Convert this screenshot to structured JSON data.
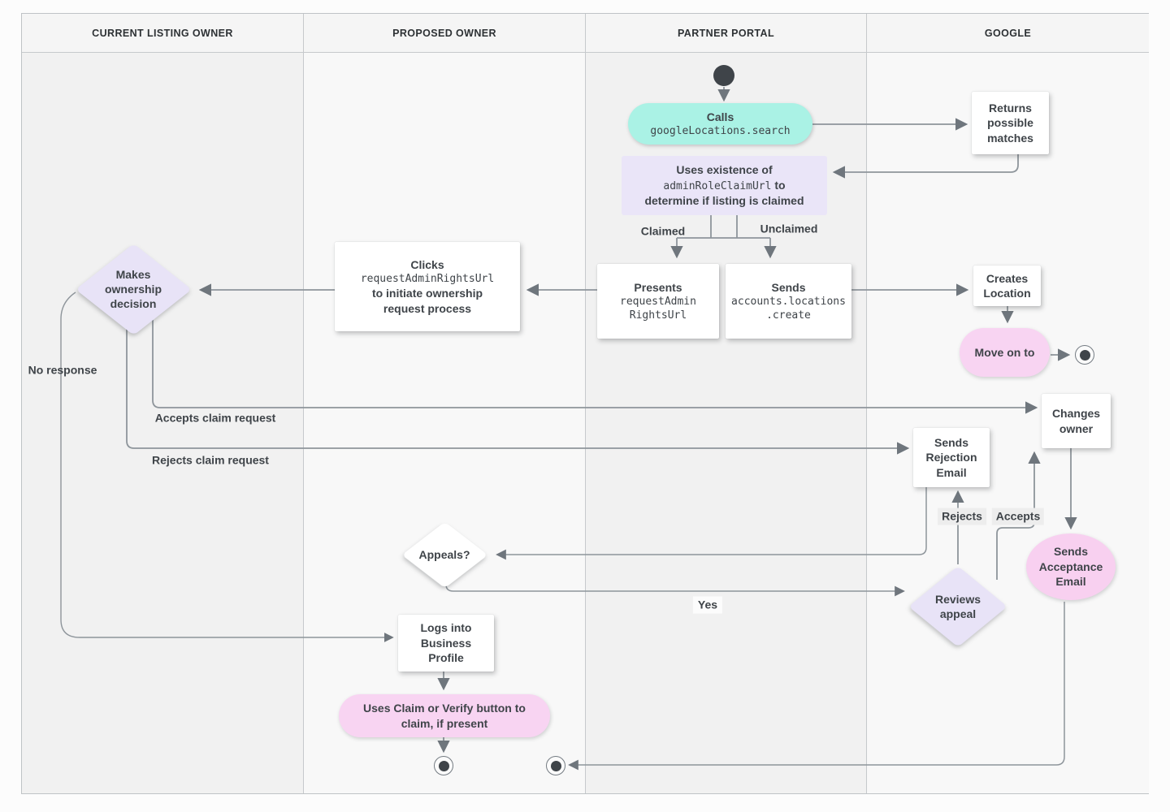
{
  "lanes": [
    {
      "label": "CURRENT LISTING OWNER"
    },
    {
      "label": "PROPOSED OWNER"
    },
    {
      "label": "PARTNER PORTAL"
    },
    {
      "label": "GOOGLE"
    }
  ],
  "nodes": {
    "calls": {
      "title": "Calls",
      "code": "googleLocations.search"
    },
    "returns": {
      "label": "Returns possible matches"
    },
    "uses": {
      "line1": "Uses existence of",
      "code": "adminRoleClaimUrl",
      "suffix": "to",
      "line3": "determine if listing is claimed"
    },
    "presents": {
      "title": "Presents",
      "code1": "requestAdmin",
      "code2": "RightsUrl"
    },
    "sends_create": {
      "title": "Sends",
      "code1": "accounts.locations",
      "code2": ".create"
    },
    "clicks": {
      "title": "Clicks",
      "code": "requestAdminRightsUrl",
      "line2": "to initiate ownership",
      "line3": "request process"
    },
    "decision": {
      "label": "Makes ownership decision"
    },
    "creates_location": {
      "label": "Creates Location"
    },
    "move_on": {
      "label": "Move on to"
    },
    "changes_owner": {
      "label": "Changes owner"
    },
    "sends_rejection": {
      "label": "Sends Rejection Email"
    },
    "appeals": {
      "label": "Appeals?"
    },
    "reviews": {
      "label": "Reviews appeal"
    },
    "sends_acceptance": {
      "label": "Sends Acceptance Email"
    },
    "logs_into": {
      "label": "Logs into Business Profile"
    },
    "uses_claim": {
      "label": "Uses Claim or Verify button to claim, if present"
    }
  },
  "edge_labels": {
    "claimed": "Claimed",
    "unclaimed": "Unclaimed",
    "no_response": "No response",
    "accepts_claim": "Accepts claim request",
    "rejects_claim": "Rejects claim request",
    "yes": "Yes",
    "rejects": "Rejects",
    "accepts": "Accepts"
  },
  "colors": {
    "teal": "#aaf2e5",
    "lavender": "#e8e3f7",
    "pink": "#f8d4f2",
    "line": "#8e959b",
    "text": "#3f4449",
    "lane_gray": "#f1f1f1",
    "lane_light": "#f8f8f8"
  }
}
